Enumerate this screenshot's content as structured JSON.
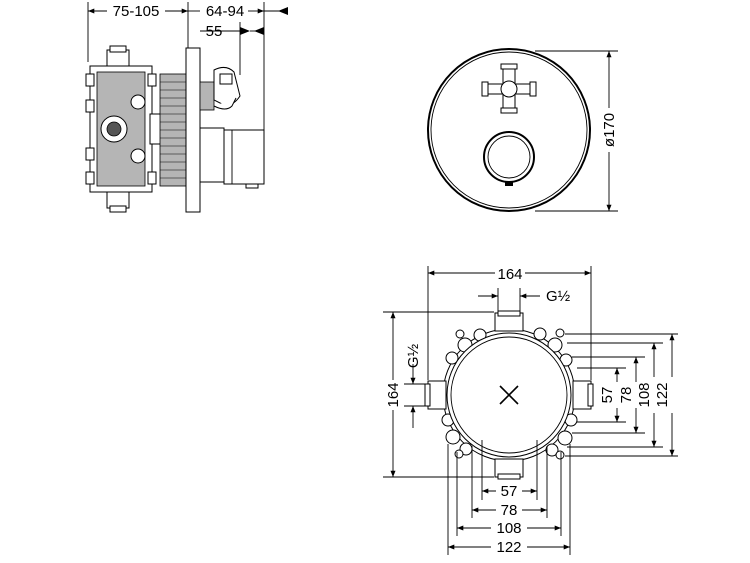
{
  "side_view": {
    "dim_depth_range": "75-105",
    "dim_trim_range": "64-94",
    "dim_trim_min": "55"
  },
  "front_view": {
    "dim_diameter": "ø170"
  },
  "body_view": {
    "dim_width_top": "164",
    "dim_thread_top": "G½",
    "dim_height_left": "164",
    "dim_thread_left": "G½",
    "dims_bottom": [
      "57",
      "78",
      "108",
      "122"
    ],
    "dims_right": [
      "57",
      "78",
      "108",
      "122"
    ]
  }
}
